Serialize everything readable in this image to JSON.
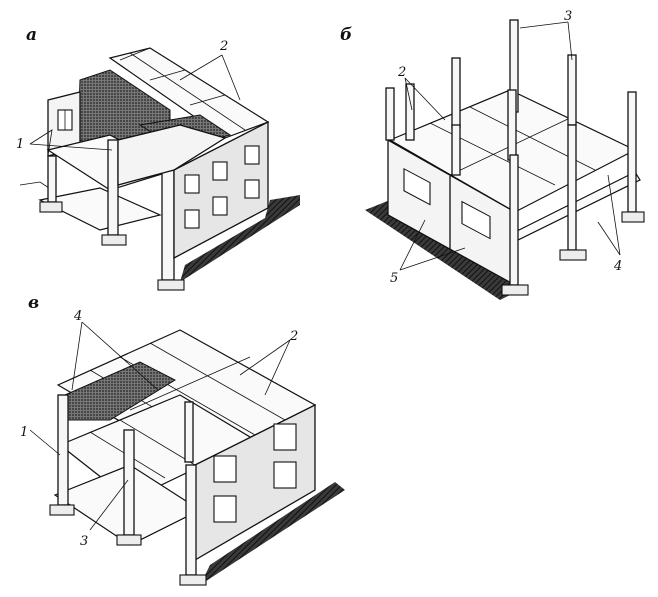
{
  "panels": [
    {
      "letter": "а",
      "callouts": [
        "1",
        "2"
      ]
    },
    {
      "letter": "б",
      "callouts": [
        "2",
        "3",
        "4",
        "5"
      ]
    },
    {
      "letter": "в",
      "callouts": [
        "1",
        "2",
        "3",
        "4"
      ]
    }
  ]
}
